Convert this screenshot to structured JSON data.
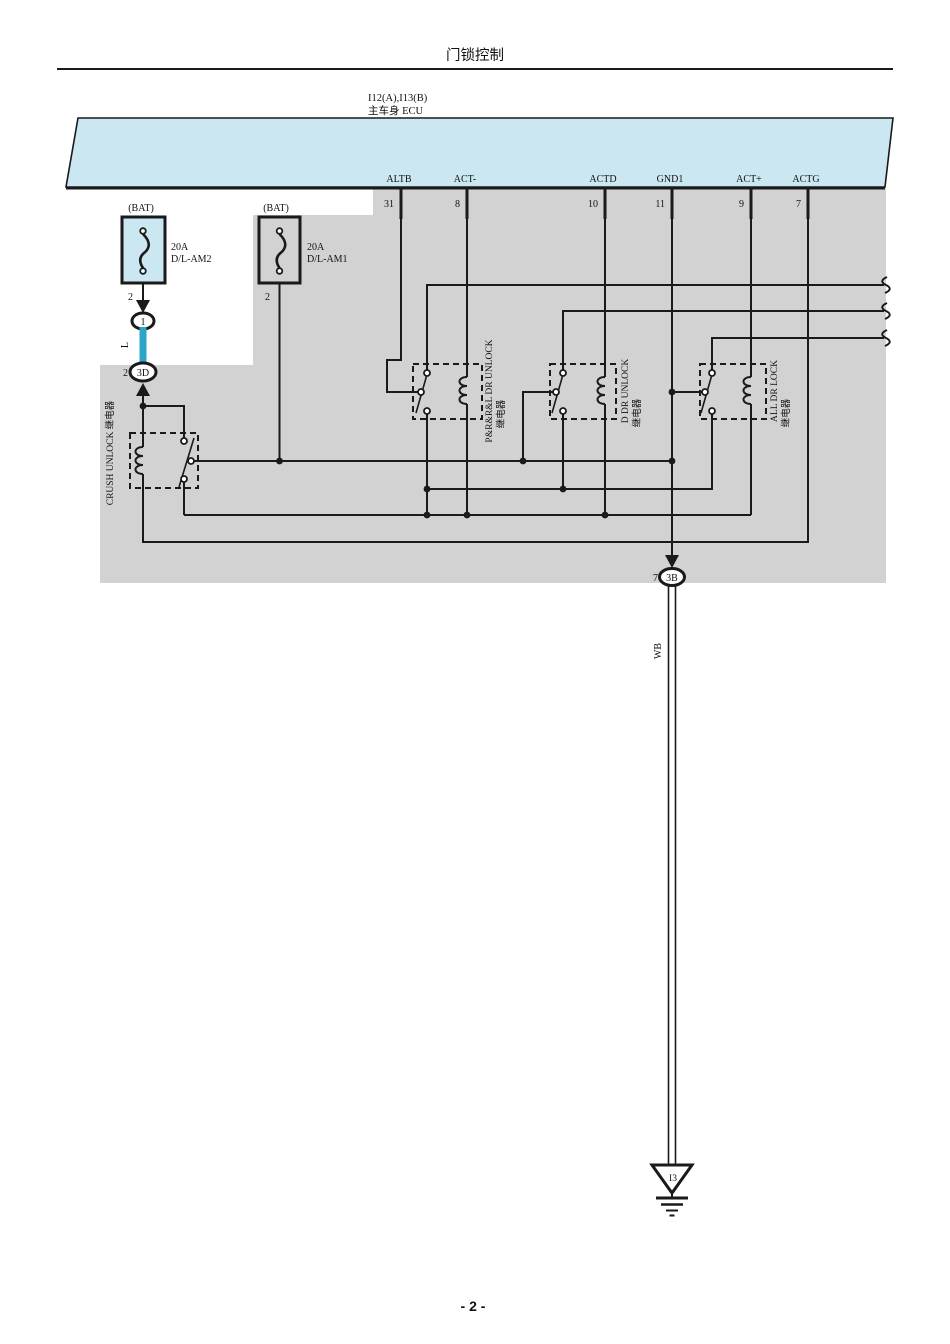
{
  "header": {
    "title": "门锁控制"
  },
  "ecu": {
    "id": "I12(A),I13(B)",
    "name": "主车身 ECU",
    "pins": [
      {
        "label": "ALTB",
        "pin": "31"
      },
      {
        "label": "ACT-",
        "pin": "8"
      },
      {
        "label": "ACTD",
        "pin": "10"
      },
      {
        "label": "GND1",
        "pin": "11"
      },
      {
        "label": "ACT+",
        "pin": "9"
      },
      {
        "label": "ACTG",
        "pin": "7"
      }
    ]
  },
  "fuses": {
    "f1": {
      "bat": "(BAT)",
      "rating": "20A",
      "name": "D/L-AM2",
      "pin": "2"
    },
    "f2": {
      "bat": "(BAT)",
      "rating": "20A",
      "name": "D/L-AM1",
      "pin": "2"
    }
  },
  "connectors": {
    "c1": {
      "label": "1"
    },
    "c3d": {
      "label": "3D",
      "pin": "2"
    },
    "c3b": {
      "label": "3B",
      "pin": "7"
    }
  },
  "wires": {
    "l": "L",
    "wb": "WB"
  },
  "relays": {
    "crush": {
      "line1": "CRUSH UNLOCK 继电器"
    },
    "r1": {
      "line1": "P&R&R&L DR UNLOCK",
      "line2": "继电器"
    },
    "r2": {
      "line1": "D DR UNLOCK",
      "line2": "继电器"
    },
    "r3": {
      "line1": "ALL DR LOCK",
      "line2": "继电器"
    }
  },
  "ground": {
    "label": "I3"
  },
  "footer": {
    "page": "- 2 -"
  },
  "colors": {
    "ecu_fill": "#cbe7f2",
    "gray_fill": "#d2d2d2",
    "wire_blue": "#29a6c8",
    "line": "#1a1a1a"
  }
}
